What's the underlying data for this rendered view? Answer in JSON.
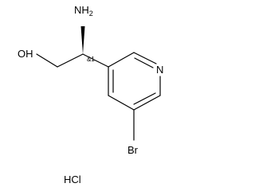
{
  "molecule": {
    "amine_label": "NH",
    "amine_subscript": "2",
    "hydroxyl_label": "OH",
    "stereo_label": "&1",
    "pyridine_nitrogen_label": "N",
    "bromine_label": "Br",
    "salt_label": "HCl"
  }
}
